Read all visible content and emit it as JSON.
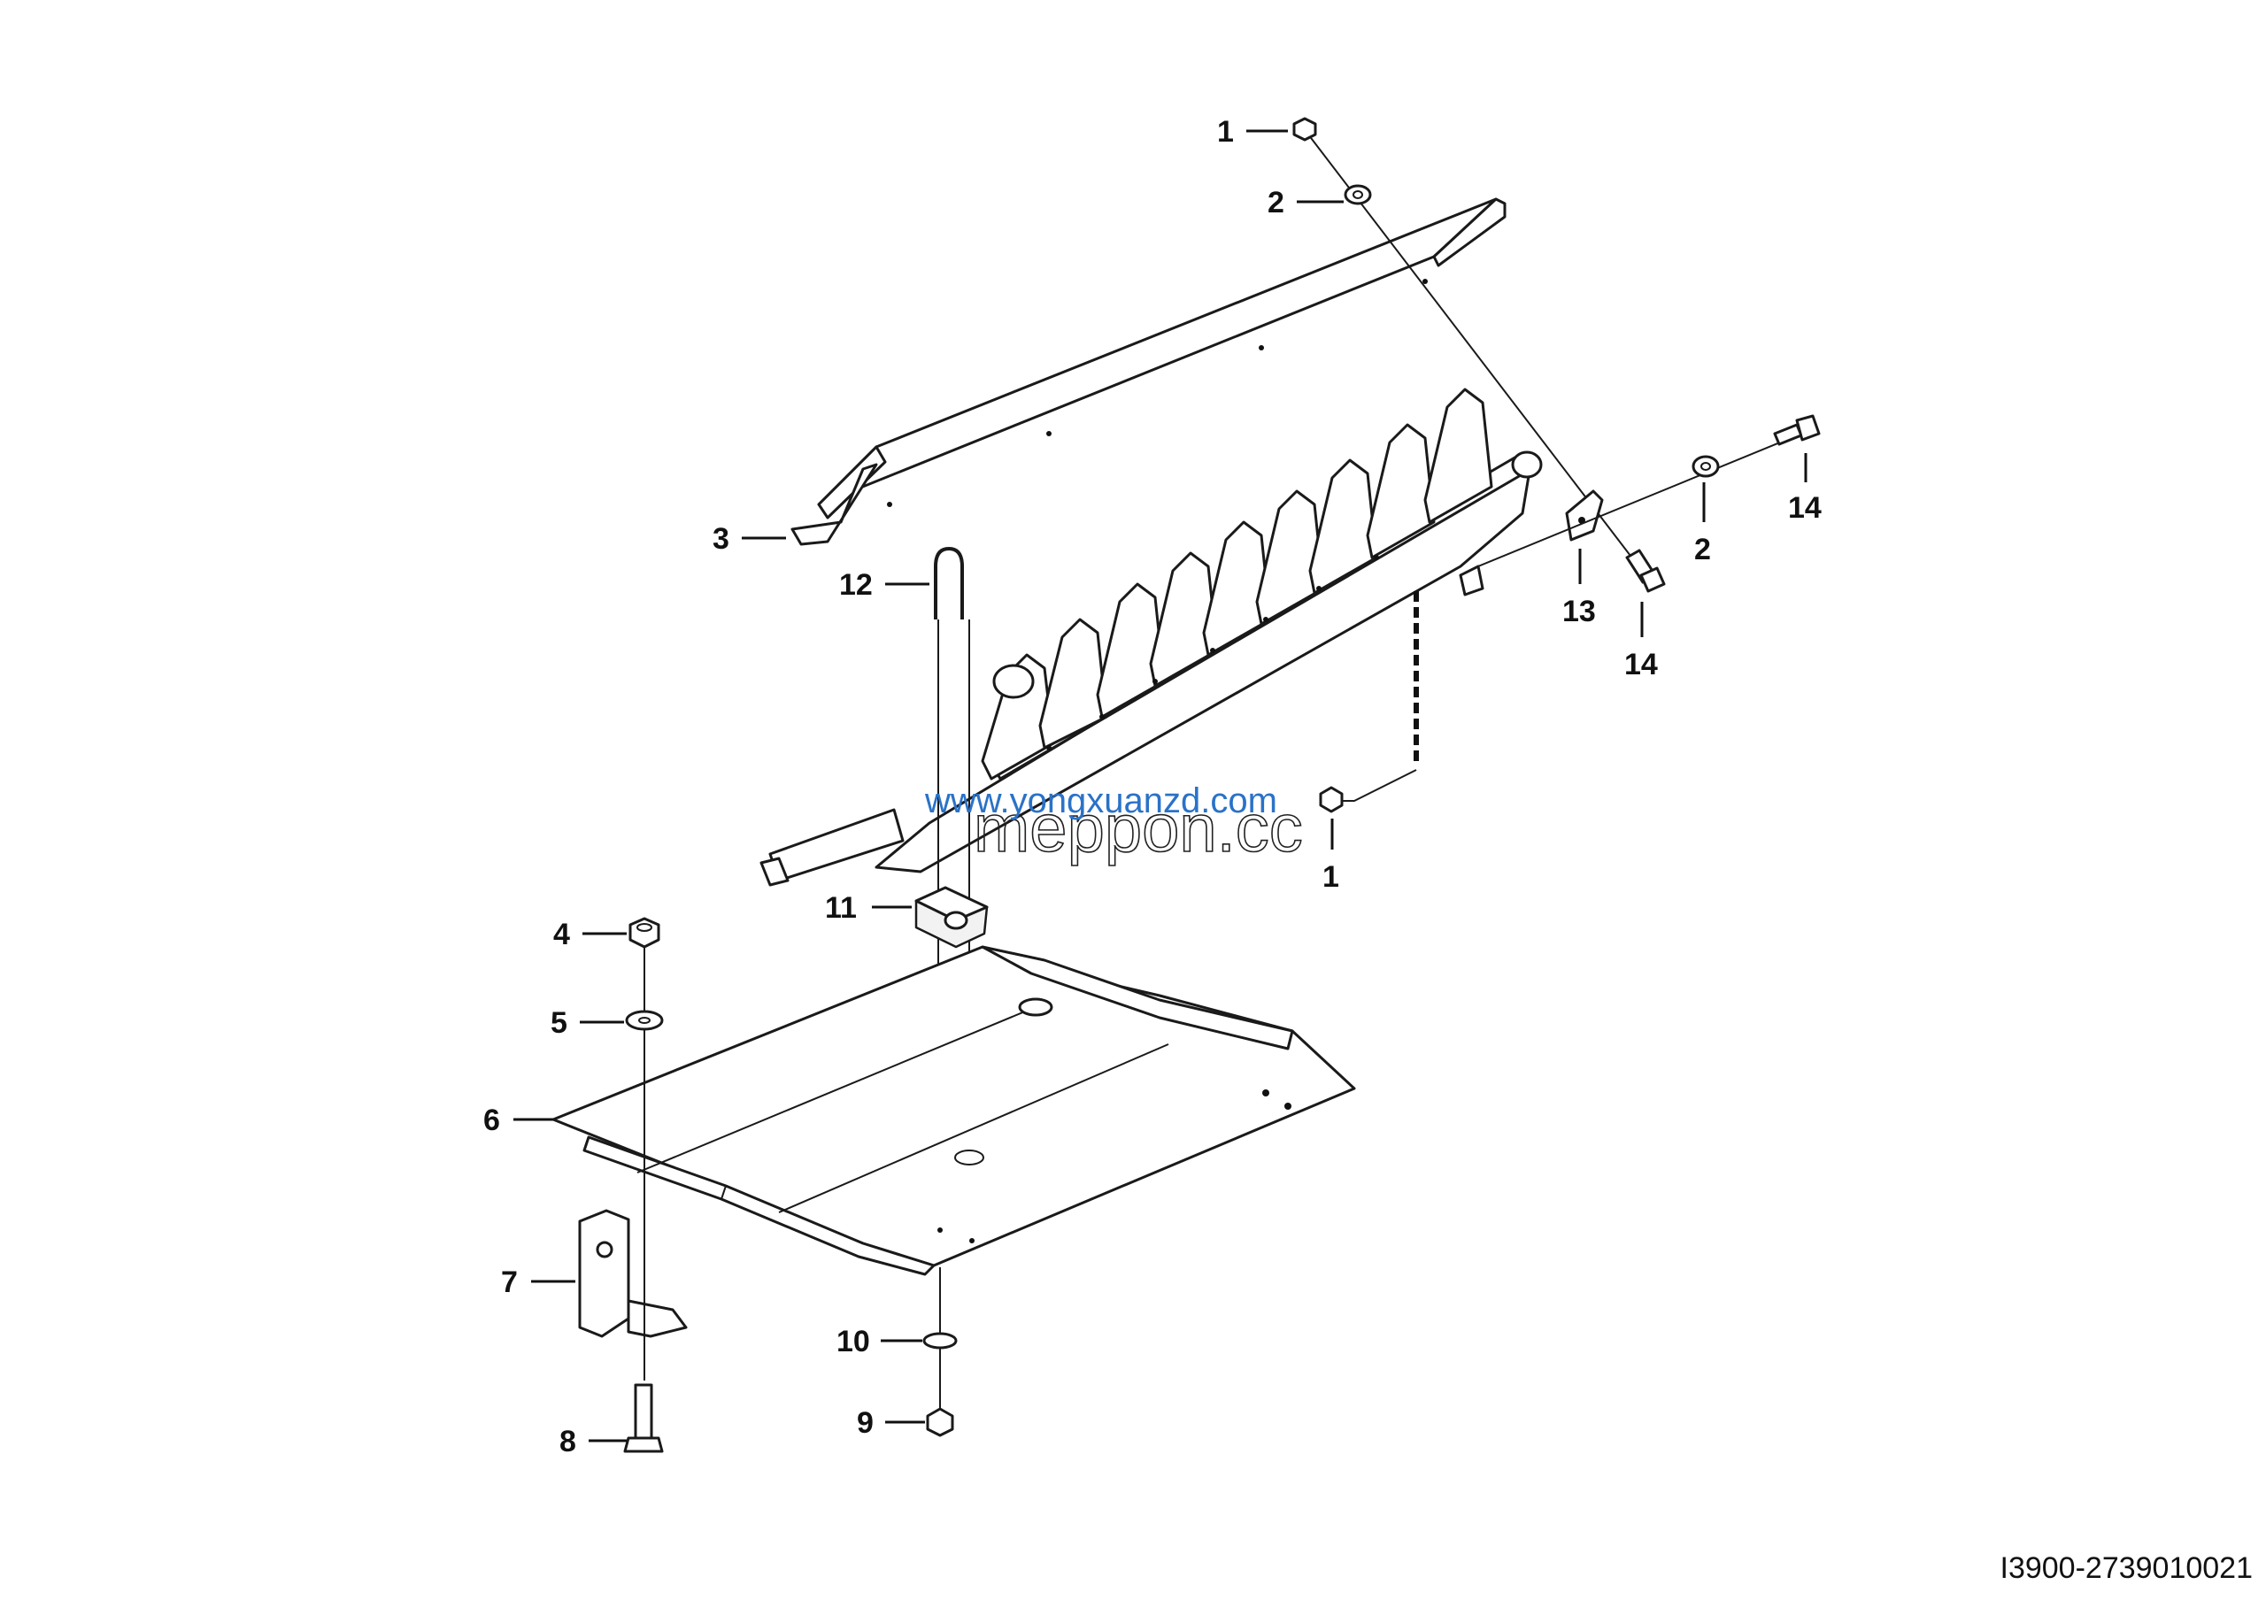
{
  "diagram": {
    "drawing_code": "I3900-2739010021",
    "watermark_top": "www.yongxuanzd.com",
    "watermark_bottom": "meppon.cc",
    "callouts": {
      "c1a": "1",
      "c2a": "2",
      "c3": "3",
      "c12": "12",
      "c14a": "14",
      "c2b": "2",
      "c13": "13",
      "c14b": "14",
      "c1b": "1",
      "c4": "4",
      "c11": "11",
      "c5": "5",
      "c6": "6",
      "c7": "7",
      "c10": "10",
      "c8": "8",
      "c9": "9"
    }
  }
}
